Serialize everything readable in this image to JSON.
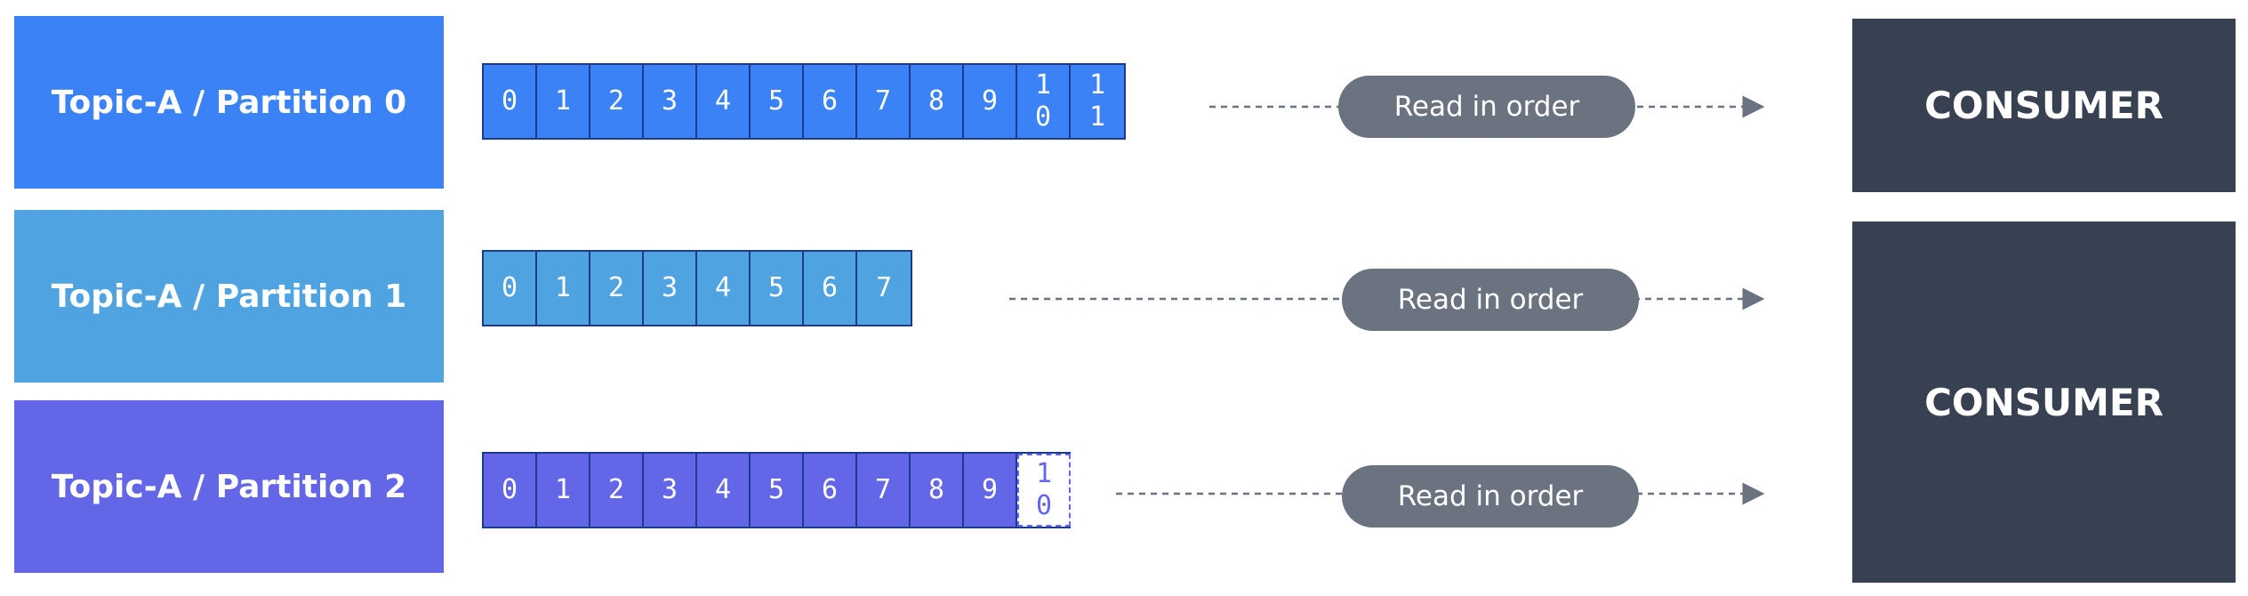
{
  "partitions": [
    {
      "label": "Topic-A / Partition 0",
      "color": "#3b82f6",
      "offsets": [
        "0",
        "1",
        "2",
        "3",
        "4",
        "5",
        "6",
        "7",
        "8",
        "9",
        "1\n0",
        "1\n1"
      ],
      "pending_offsets": []
    },
    {
      "label": "Topic-A / Partition 1",
      "color": "#4fa3e0",
      "offsets": [
        "0",
        "1",
        "2",
        "3",
        "4",
        "5",
        "6",
        "7"
      ],
      "pending_offsets": []
    },
    {
      "label": "Topic-A / Partition 2",
      "color": "#6366e6",
      "offsets": [
        "0",
        "1",
        "2",
        "3",
        "4",
        "5",
        "6",
        "7",
        "8",
        "9"
      ],
      "pending_offsets": [
        "1\n0"
      ]
    }
  ],
  "read_labels": [
    "Read in order",
    "Read in order",
    "Read in order"
  ],
  "consumers": [
    "CONSUMER",
    "CONSUMER"
  ],
  "colors": {
    "consumer": "#374151",
    "pill": "#6b7280",
    "arrow": "#6b7280",
    "cell_border": "#1e3a8a",
    "pending": "#6366f1"
  }
}
